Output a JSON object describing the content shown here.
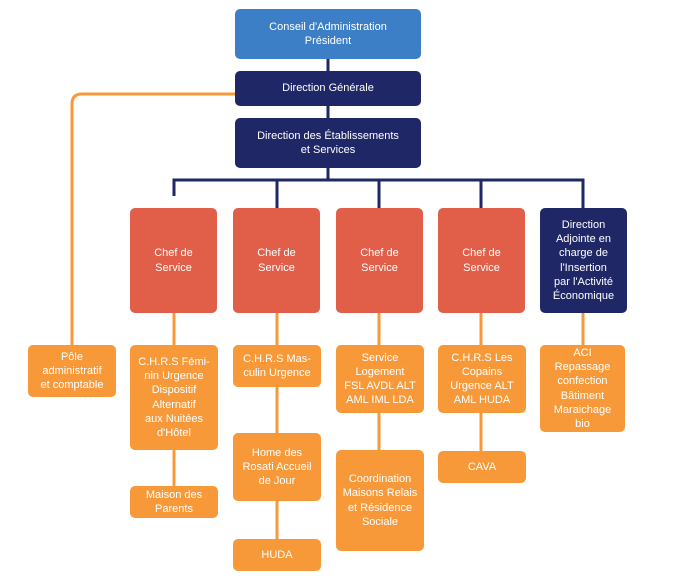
{
  "colors": {
    "top_box": "#3c7fc7",
    "navy_box": "#1f2767",
    "chef_box": "#e15f48",
    "service_box": "#f89939",
    "connector_navy": "#1f2767",
    "connector_orange": "#f89939"
  },
  "nodes": {
    "conseil": "Conseil d'Administration\nPrésident",
    "direction_generale": "Direction Générale",
    "direction_etablissements": "Direction des Établissements\net Services",
    "chef1": "Chef de\nService",
    "chef2": "Chef de\nService",
    "chef3": "Chef de\nService",
    "chef4": "Chef de\nService",
    "direction_adjointe": "Direction\nAdjointe en\ncharge de\nl'Insertion\npar l'Activité\nÉconomique",
    "pole_administratif": "Pôle\nadministratif\net comptable",
    "chrs_feminin": "C.H.R.S Fémi-\nnin Urgence\nDispositif\nAlternatif\naux Nuitées\nd'Hôtel",
    "maison_parents": "Maison des\nParents",
    "chrs_masculin": "C.H.R.S Mas-\nculin Urgence",
    "home_rosati": "Home des\nRosati Accueil\nde Jour",
    "huda": "HUDA",
    "service_logement": "Service\nLogement\nFSL AVDL ALT\nAML IML LDA",
    "coordination": "Coordination\nMaisons Relais\net Résidence\nSociale",
    "chrs_copains": "C.H.R.S Les\nCopains\nUrgence ALT\nAML HUDA",
    "cava": "CAVA",
    "aci": "ACI\nRepassage\nconfection\nBâtiment\nMaraichage\nbio"
  }
}
